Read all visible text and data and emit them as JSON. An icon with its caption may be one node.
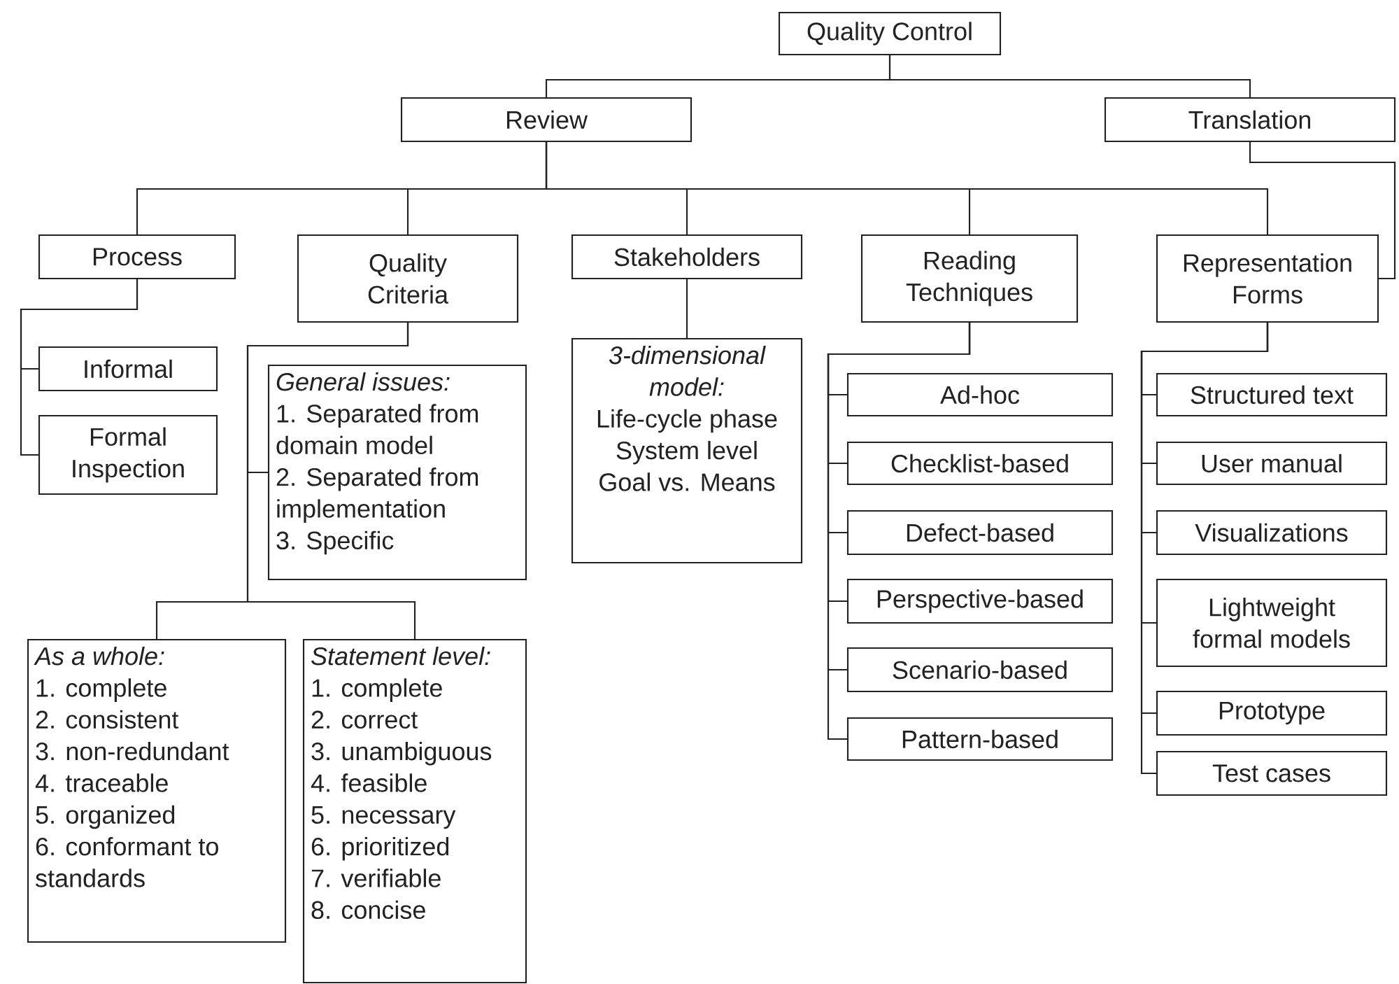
{
  "diagram": {
    "nodes": [
      {
        "text": [
          "Quality Control"
        ]
      },
      {
        "text": [
          "Review"
        ]
      },
      {
        "text": [
          "Translation"
        ]
      },
      {
        "text": [
          "Process"
        ]
      },
      {
        "text": [
          "Quality Criteria"
        ]
      },
      {
        "text": [
          "Stakeholders"
        ]
      },
      {
        "text": [
          "Reading Techniques"
        ]
      },
      {
        "text": [
          "Representation Forms"
        ]
      },
      {
        "text": [
          "Informal"
        ]
      },
      {
        "text": [
          "Formal Inspection"
        ]
      },
      {
        "text": [
          "General issues:",
          "1. Separated from domain model",
          "2. Separated from implementation",
          "3. Specific"
        ]
      },
      {
        "text": [
          "3-dimensional model:",
          "Life-cycle phase",
          "System level",
          "Goal vs. Means"
        ]
      },
      {
        "text": [
          "As a whole:",
          "1. complete",
          "2. consistent",
          "3. non-redundant",
          "4. traceable",
          "5. organized",
          "6. conformant to standards"
        ]
      },
      {
        "text": [
          "Statement level:",
          "1. complete",
          "2. correct",
          "3. unambiguous",
          "4. feasible",
          "5. necessary",
          "6. prioritized",
          "7. verifiable",
          "8. concise"
        ]
      },
      {
        "text": [
          "Ad-hoc"
        ]
      },
      {
        "text": [
          "Checklist-based"
        ]
      },
      {
        "text": [
          "Defect-based"
        ]
      },
      {
        "text": [
          "Perspective-based"
        ]
      },
      {
        "text": [
          "Scenario-based"
        ]
      },
      {
        "text": [
          "Pattern-based"
        ]
      },
      {
        "text": [
          "Structured text"
        ]
      },
      {
        "text": [
          "User manual"
        ]
      },
      {
        "text": [
          "Visualizations"
        ]
      },
      {
        "text": [
          "Lightweight formal models"
        ]
      },
      {
        "text": [
          "Prototype"
        ]
      },
      {
        "text": [
          "Test cases"
        ]
      }
    ],
    "edges": [
      {
        "from": 0,
        "to": 1,
        "arrow": "none"
      },
      {
        "from": 0,
        "to": 2,
        "arrow": "none"
      },
      {
        "from": 1,
        "to": 3,
        "arrow": "none"
      },
      {
        "from": 1,
        "to": 4,
        "arrow": "none"
      },
      {
        "from": 1,
        "to": 5,
        "arrow": "none"
      },
      {
        "from": 1,
        "to": 6,
        "arrow": "none"
      },
      {
        "from": 1,
        "to": 7,
        "arrow": "none"
      },
      {
        "from": 2,
        "to": 7,
        "arrow": "none"
      },
      {
        "from": 3,
        "to": 8,
        "arrow": "none"
      },
      {
        "from": 3,
        "to": 9,
        "arrow": "none"
      },
      {
        "from": 4,
        "to": 10,
        "arrow": "none"
      },
      {
        "from": 4,
        "to": 12,
        "arrow": "none"
      },
      {
        "from": 4,
        "to": 13,
        "arrow": "none"
      },
      {
        "from": 5,
        "to": 11,
        "arrow": "none"
      },
      {
        "from": 6,
        "to": 14,
        "arrow": "none"
      },
      {
        "from": 6,
        "to": 15,
        "arrow": "none"
      },
      {
        "from": 6,
        "to": 16,
        "arrow": "none"
      },
      {
        "from": 6,
        "to": 17,
        "arrow": "none"
      },
      {
        "from": 6,
        "to": 18,
        "arrow": "none"
      },
      {
        "from": 6,
        "to": 19,
        "arrow": "none"
      },
      {
        "from": 7,
        "to": 20,
        "arrow": "none"
      },
      {
        "from": 7,
        "to": 21,
        "arrow": "none"
      },
      {
        "from": 7,
        "to": 22,
        "arrow": "none"
      },
      {
        "from": 7,
        "to": 23,
        "arrow": "none"
      },
      {
        "from": 7,
        "to": 24,
        "arrow": "none"
      },
      {
        "from": 7,
        "to": 25,
        "arrow": "none"
      }
    ]
  }
}
